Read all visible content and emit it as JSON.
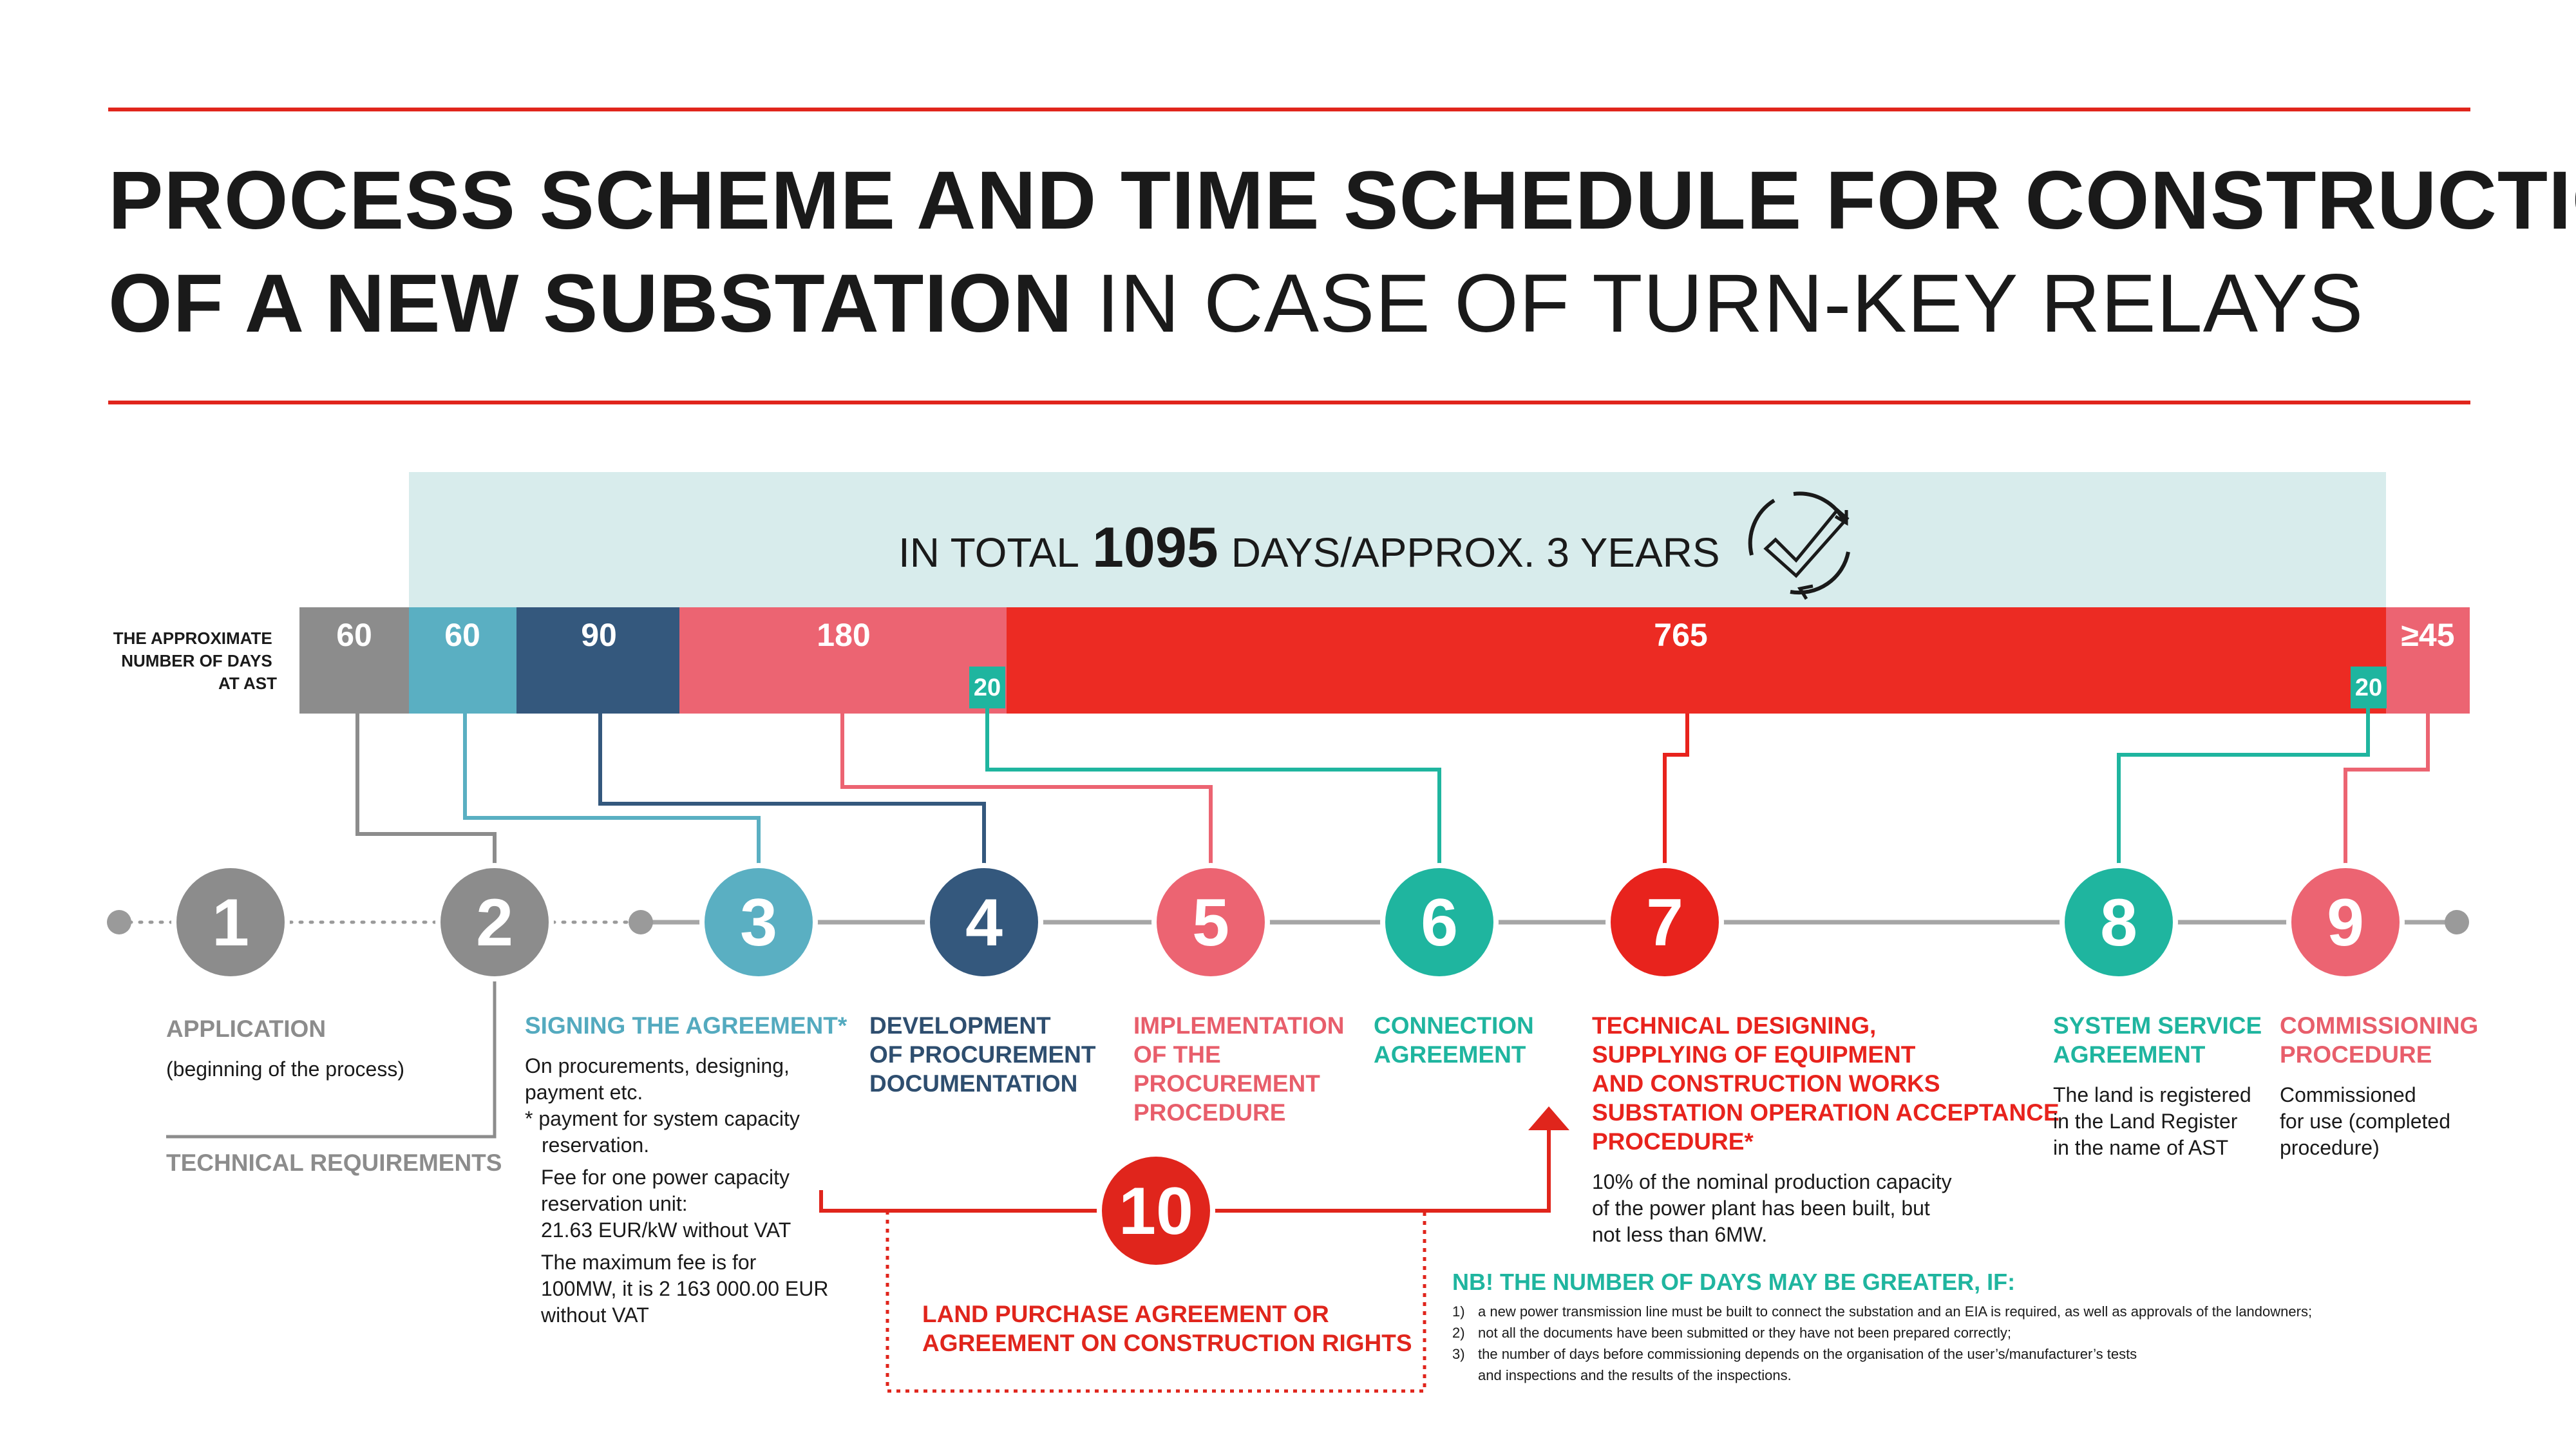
{
  "title": {
    "line1": "PROCESS SCHEME AND TIME SCHEDULE FOR CONSTRUCTION",
    "line2_bold": "OF A NEW SUBSTATION",
    "line2_light": "IN CASE OF TURN-KEY RELAYS"
  },
  "total": {
    "prefix": "IN TOTAL",
    "number": "1095",
    "suffix": "DAYS/APPROX. 3 YEARS"
  },
  "axis_label": [
    "THE APPROXIMATE",
    "NUMBER OF DAYS",
    "AT AST"
  ],
  "segments": [
    {
      "label": "60",
      "days": 60,
      "color": "#8c8c8c"
    },
    {
      "label": "60",
      "days": 60,
      "color": "#5aafc2"
    },
    {
      "label": "90",
      "days": 90,
      "color": "#34587d"
    },
    {
      "label": "180",
      "days": 180,
      "color": "#ec6472"
    },
    {
      "label": "765",
      "days": 765,
      "color": "#ec2b23"
    },
    {
      "label": "≥45",
      "days": 45,
      "color": "#ec6472"
    }
  ],
  "badges": [
    {
      "label": "20",
      "color": "#1fb59f"
    },
    {
      "label": "20",
      "color": "#1fb59f"
    }
  ],
  "steps": [
    {
      "num": "1",
      "color": "#8c8c8c"
    },
    {
      "num": "2",
      "color": "#8c8c8c"
    },
    {
      "num": "3",
      "color": "#5aafc2"
    },
    {
      "num": "4",
      "color": "#34587d"
    },
    {
      "num": "5",
      "color": "#ec6472"
    },
    {
      "num": "6",
      "color": "#1fb59f"
    },
    {
      "num": "7",
      "color": "#e8231d"
    },
    {
      "num": "8",
      "color": "#1fb59f"
    },
    {
      "num": "9",
      "color": "#ec6472"
    },
    {
      "num": "10",
      "color": "#e0251c"
    }
  ],
  "captions": {
    "s1_title": "APPLICATION",
    "s1_body": "(beginning of the process)",
    "s1_tech": "TECHNICAL REQUIREMENTS",
    "s3_title": "SIGNING THE AGREEMENT*",
    "s3_body": [
      "On procurements, designing,",
      "payment etc."
    ],
    "s3_note": [
      "* payment for system capacity",
      "reservation."
    ],
    "s3_fee": [
      "Fee for one power capacity",
      "reservation unit:",
      "21.63 EUR/kW without VAT"
    ],
    "s3_max": [
      "The maximum fee is for",
      "100MW, it is 2 163 000.00 EUR",
      "without VAT"
    ],
    "s4_title": [
      "DEVELOPMENT",
      "OF PROCUREMENT",
      "DOCUMENTATION"
    ],
    "s5_title": [
      "IMPLEMENTATION",
      "OF THE",
      "PROCUREMENT",
      "PROCEDURE"
    ],
    "s6_title": [
      "CONNECTION",
      "AGREEMENT"
    ],
    "s7_title": [
      "TECHNICAL DESIGNING,",
      "SUPPLYING OF EQUIPMENT",
      "AND CONSTRUCTION WORKS",
      "SUBSTATION OPERATION ACCEPTANCE",
      "PROCEDURE*"
    ],
    "s7_body": [
      "10% of the nominal production capacity",
      "of the power plant has been built, but",
      "not less than 6MW."
    ],
    "s8_title": [
      "SYSTEM SERVICE",
      "AGREEMENT"
    ],
    "s8_body": [
      "The land is registered",
      "in the Land Register",
      "in the name of AST"
    ],
    "s9_title": [
      "COMMISSIONING",
      "PROCEDURE"
    ],
    "s9_body": [
      "Commissioned",
      "for use (completed",
      "procedure)"
    ],
    "s10_title": [
      "LAND PURCHASE AGREEMENT OR",
      "AGREEMENT ON CONSTRUCTION RIGHTS"
    ]
  },
  "note": {
    "title": "NB! THE NUMBER OF DAYS MAY BE GREATER, IF:",
    "items": [
      {
        "n": "1)",
        "text": "a new power transmission line must be built to connect the substation and an EIA is required, as well as approvals of the landowners;"
      },
      {
        "n": "2)",
        "text": "not all the documents have been submitted or they have not been prepared correctly;"
      },
      {
        "n": "3)",
        "text": "the number of days before commissioning depends on the organisation of the user’s/manufacturer’s tests"
      },
      {
        "n": "",
        "text": "and inspections and the results of the inspections."
      }
    ]
  },
  "colors": {
    "grey": "#8c8c8c",
    "blue": "#5aafc2",
    "navy": "#34587d",
    "pink": "#ec6472",
    "red": "#ec2b23",
    "teal": "#1fb59f",
    "banner": "#d8ecec",
    "rule": "#e0251c"
  },
  "icons": [
    "check-cycle-icon",
    "up-arrow-icon"
  ]
}
